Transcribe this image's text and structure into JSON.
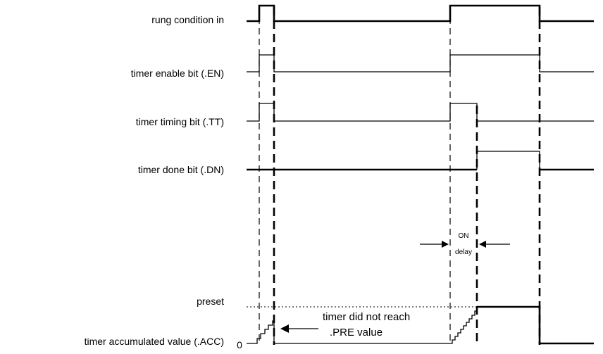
{
  "signals": [
    {
      "label": "rung condition in"
    },
    {
      "label": "timer enable bit (.EN)"
    },
    {
      "label": "timer timing bit (.TT)"
    },
    {
      "label": "timer done bit (.DN)"
    }
  ],
  "accumulator": {
    "label": "timer accumulated value (.ACC)",
    "zero_label": "0",
    "preset_label": "preset"
  },
  "annotations": {
    "on_delay_line1": "ON",
    "on_delay_line2": "delay",
    "not_reached_line1": "timer did not reach",
    "not_reached_line2": ".PRE value"
  }
}
